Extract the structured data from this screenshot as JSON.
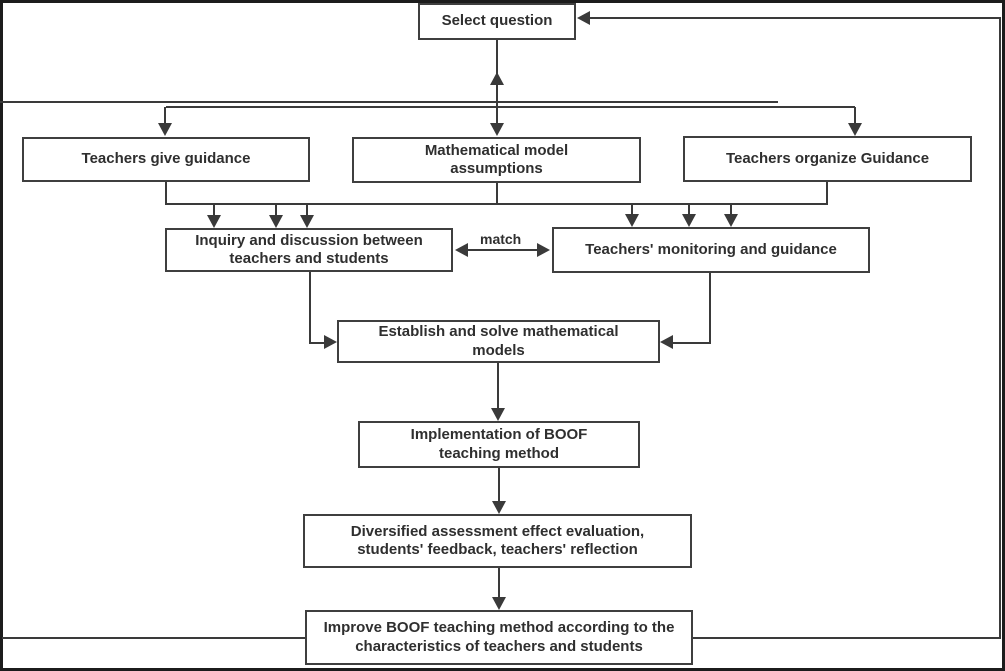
{
  "diagram": {
    "type": "flowchart",
    "nodes": {
      "select_question": {
        "label": "Select question"
      },
      "teachers_give": {
        "label": "Teachers give guidance"
      },
      "model_assumptions": {
        "label": "Mathematical model assumptions"
      },
      "teachers_organize": {
        "label": "Teachers organize Guidance"
      },
      "inquiry_discussion": {
        "label": "Inquiry and discussion between teachers and students"
      },
      "teachers_monitoring": {
        "label": "Teachers' monitoring and guidance"
      },
      "establish_solve": {
        "label": "Establish and solve mathematical models"
      },
      "implementation_boof": {
        "label": "Implementation of BOOF teaching method"
      },
      "diversified_eval": {
        "label": "Diversified assessment effect evaluation, students' feedback, teachers' reflection"
      },
      "improve_boof": {
        "label": "Improve BOOF teaching method according to the characteristics of teachers and students"
      }
    },
    "edge_labels": {
      "match": "match"
    },
    "colors": {
      "line": "#3a3a3a",
      "box_border": "#3f3f3f",
      "box_fill": "#ffffff",
      "text": "#2f2f2f",
      "background": "#ffffff"
    }
  }
}
